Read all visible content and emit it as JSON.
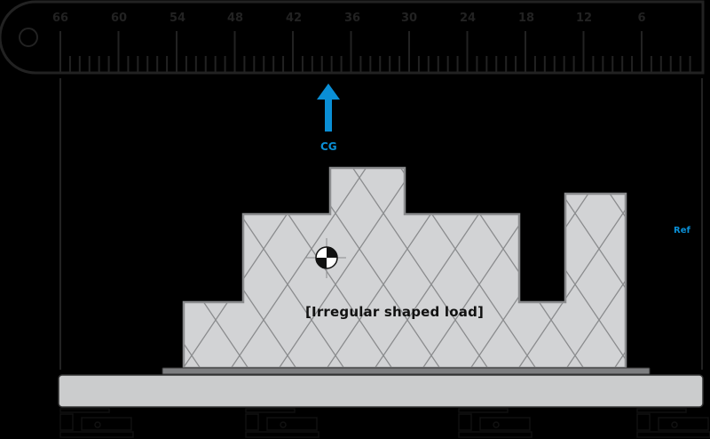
{
  "diagram": {
    "ruler": {
      "tick_labels": [
        "66",
        "60",
        "54",
        "48",
        "42",
        "36",
        "30",
        "24",
        "18",
        "12",
        "6"
      ],
      "color": "#222222"
    },
    "load": {
      "label": "[Irregular shaped load]",
      "fill": "#d2d3d5",
      "stroke": "#8a8b8d"
    },
    "cg_marker": {
      "label": "CG",
      "arrow_color": "#0a8fd6"
    },
    "reference": {
      "label": "Ref",
      "color": "#0a8fd6"
    },
    "platform": {
      "fill": "#cbcccd"
    },
    "jacks": {
      "count": 4
    }
  }
}
